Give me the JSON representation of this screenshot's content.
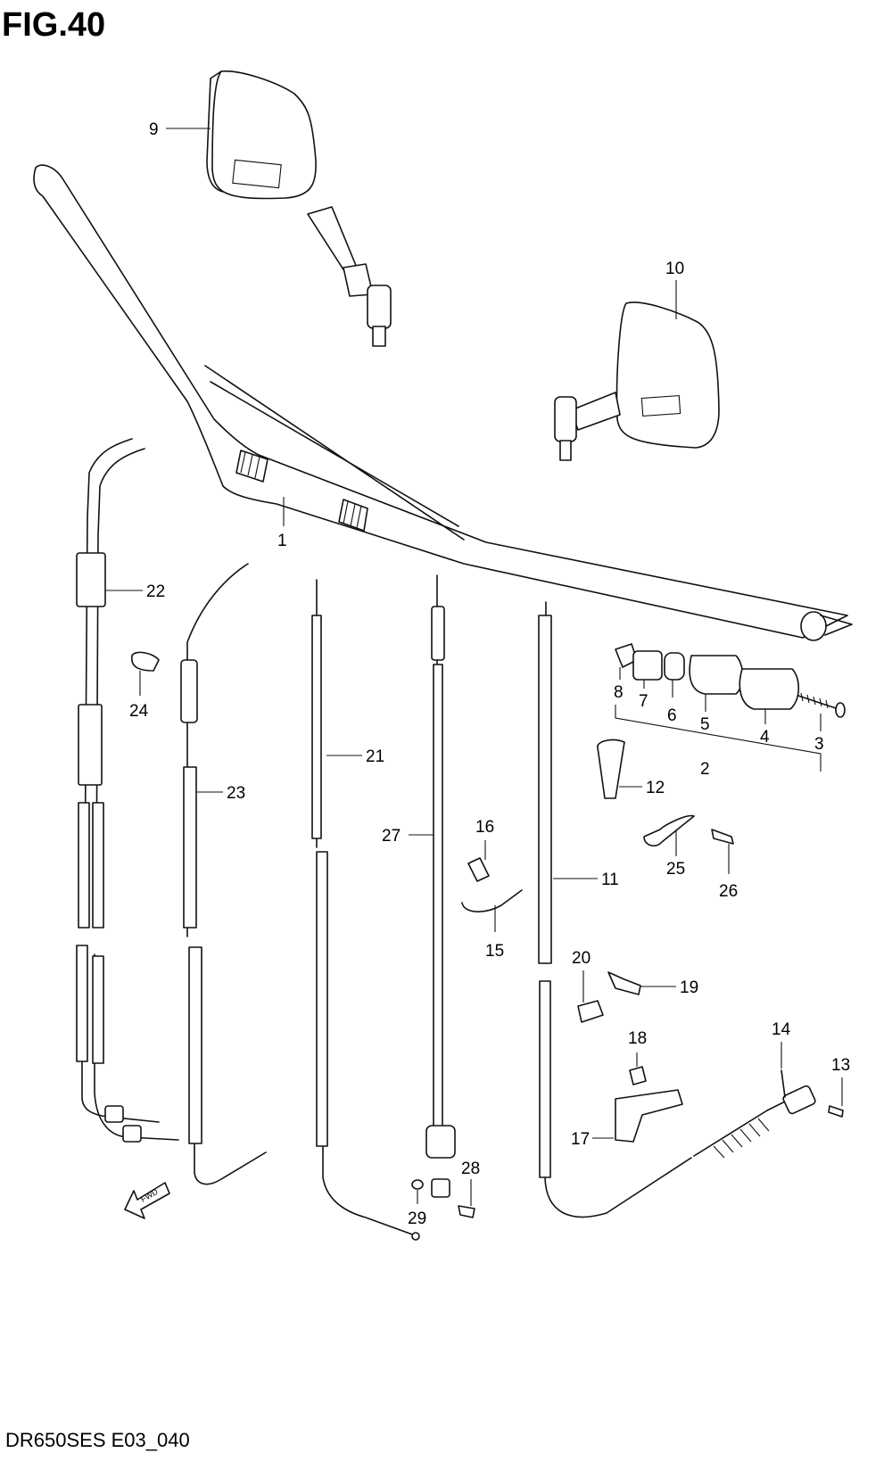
{
  "figure": {
    "title": "FIG.40",
    "footer": "DR650SES E03_040",
    "fwd_label": "FWD"
  },
  "callouts": [
    "1",
    "2",
    "3",
    "4",
    "5",
    "6",
    "7",
    "8",
    "9",
    "10",
    "11",
    "12",
    "13",
    "14",
    "15",
    "16",
    "17",
    "18",
    "19",
    "20",
    "21",
    "22",
    "23",
    "24",
    "25",
    "26",
    "27",
    "28",
    "29"
  ]
}
